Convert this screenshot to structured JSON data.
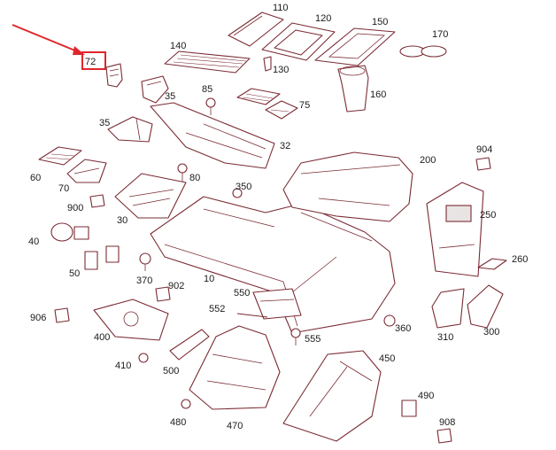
{
  "diagram": {
    "colors": {
      "line": "#7a2b33",
      "text": "#1a1a1a",
      "highlight": "#e0252b",
      "background": "#ffffff"
    },
    "highlighted_part": "72",
    "labels": {
      "p10": "10",
      "p30": "30",
      "p32": "32",
      "p35a": "35",
      "p35b": "35",
      "p40": "40",
      "p50": "50",
      "p60": "60",
      "p70": "70",
      "p72": "72",
      "p75": "75",
      "p80": "80",
      "p85": "85",
      "p110": "110",
      "p120": "120",
      "p130": "130",
      "p140": "140",
      "p150": "150",
      "p160": "160",
      "p170": "170",
      "p200": "200",
      "p250": "250",
      "p260": "260",
      "p300": "300",
      "p310": "310",
      "p350": "350",
      "p360": "360",
      "p370": "370",
      "p400": "400",
      "p410": "410",
      "p450": "450",
      "p470": "470",
      "p480": "480",
      "p490": "490",
      "p500": "500",
      "p550": "550",
      "p552": "552",
      "p555": "555",
      "p900": "900",
      "p902": "902",
      "p904": "904",
      "p906": "906",
      "p908": "908"
    }
  }
}
